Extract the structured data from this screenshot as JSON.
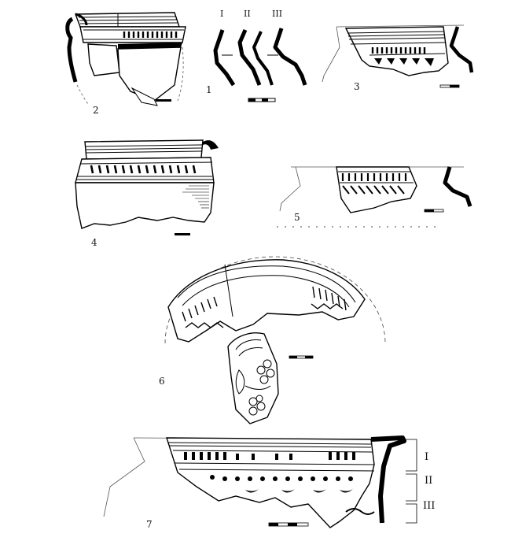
{
  "figures": [
    {
      "number": "1",
      "profile_labels": [
        "I",
        "II",
        "III"
      ]
    },
    {
      "number": "2"
    },
    {
      "number": "3"
    },
    {
      "number": "4"
    },
    {
      "number": "5"
    },
    {
      "number": "6"
    },
    {
      "number": "7",
      "zone_labels": [
        "I",
        "II",
        "III"
      ]
    }
  ]
}
